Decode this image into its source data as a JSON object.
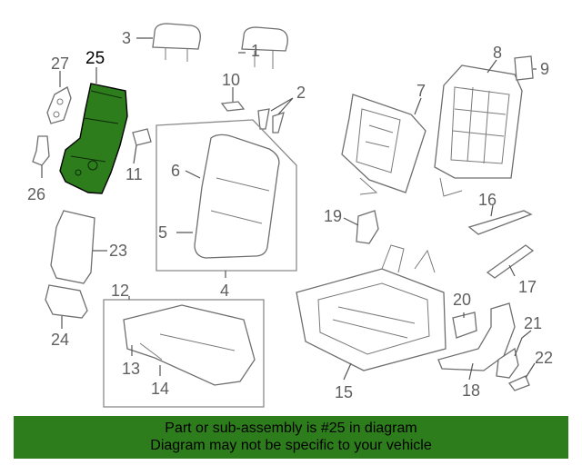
{
  "diagram": {
    "highlight_color": "#2e7d1d",
    "callouts": {
      "p1": "1",
      "p2": "2",
      "p3": "3",
      "p4": "4",
      "p5": "5",
      "p6": "6",
      "p7": "7",
      "p8": "8",
      "p9": "9",
      "p10": "10",
      "p11": "11",
      "p12": "12",
      "p13": "13",
      "p14": "14",
      "p15": "15",
      "p16": "16",
      "p17": "17",
      "p18": "18",
      "p19": "19",
      "p20": "20",
      "p21": "21",
      "p22": "22",
      "p23": "23",
      "p24": "24",
      "p25": "25",
      "p26": "26",
      "p27": "27"
    }
  },
  "banner": {
    "line1": "Part or sub-assembly is #25 in diagram",
    "line2": "Diagram may not be specific to your vehicle"
  }
}
